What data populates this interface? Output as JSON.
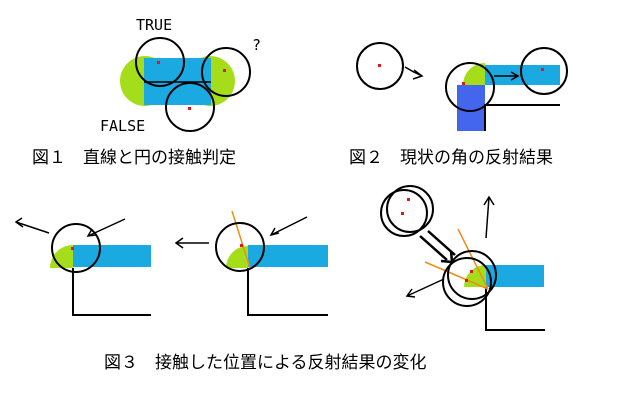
{
  "labels": {
    "true_label": "TRUE",
    "false_label": "FALSE",
    "question_mark": "?"
  },
  "captions": {
    "fig1": "図１　直線と円の接触判定",
    "fig2": "図２　現状の角の反射結果",
    "fig3": "図３　接触した位置による反射結果の変化"
  },
  "colors": {
    "cyan": "#1aa9e0",
    "lime": "#a6dd1a",
    "blue": "#4466ee",
    "orange": "#f28a1a",
    "red": "#e01818",
    "black": "#000000"
  }
}
